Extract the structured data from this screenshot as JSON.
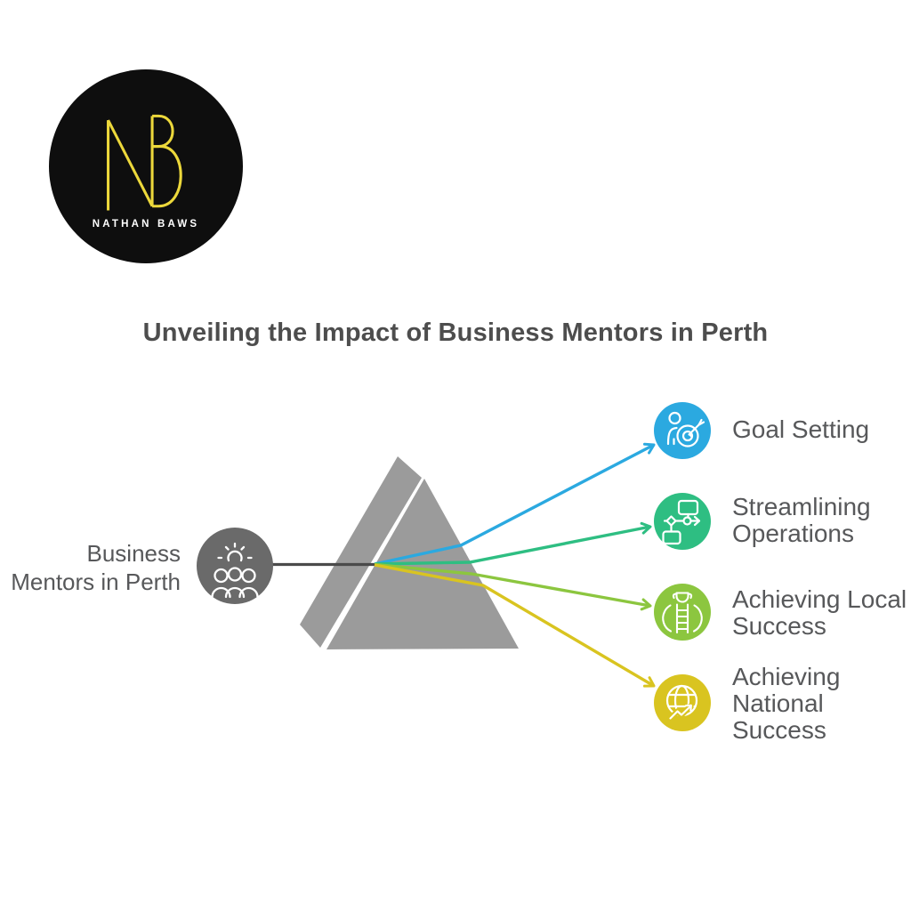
{
  "logo": {
    "monogram": "NB",
    "brand_name": "NATHAN BAWS",
    "background_color": "#0e0e0e",
    "monogram_color": "#ecd83b",
    "text_color": "#ffffff"
  },
  "title": {
    "text": "Unveiling the Impact of Business Mentors in Perth",
    "color": "#4d4d4d"
  },
  "diagram": {
    "source": {
      "label_lines": [
        "Business",
        "Mentors in Perth"
      ],
      "icon": "inspired-team-icon",
      "circle_color": "#6a6a6a",
      "label_color": "#57585a"
    },
    "prism": {
      "fill_color": "#9b9b9b",
      "input_beam_color": "#4a4a4a"
    },
    "outcomes": [
      {
        "label": "Goal Setting",
        "lines": [
          "Goal Setting"
        ],
        "color": "#2ba9e0",
        "icon": "person-target-icon"
      },
      {
        "label": "Streamlining Operations",
        "lines": [
          "Streamlining",
          "Operations"
        ],
        "color": "#2ebe82",
        "icon": "flowchart-icon"
      },
      {
        "label": "Achieving Local Success",
        "lines": [
          "Achieving Local",
          "Success"
        ],
        "color": "#8cc63f",
        "icon": "ladder-trophy-icon"
      },
      {
        "label": "Achieving National Success",
        "lines": [
          "Achieving",
          "National",
          "Success"
        ],
        "color": "#d9c420",
        "icon": "globe-growth-icon"
      }
    ]
  }
}
